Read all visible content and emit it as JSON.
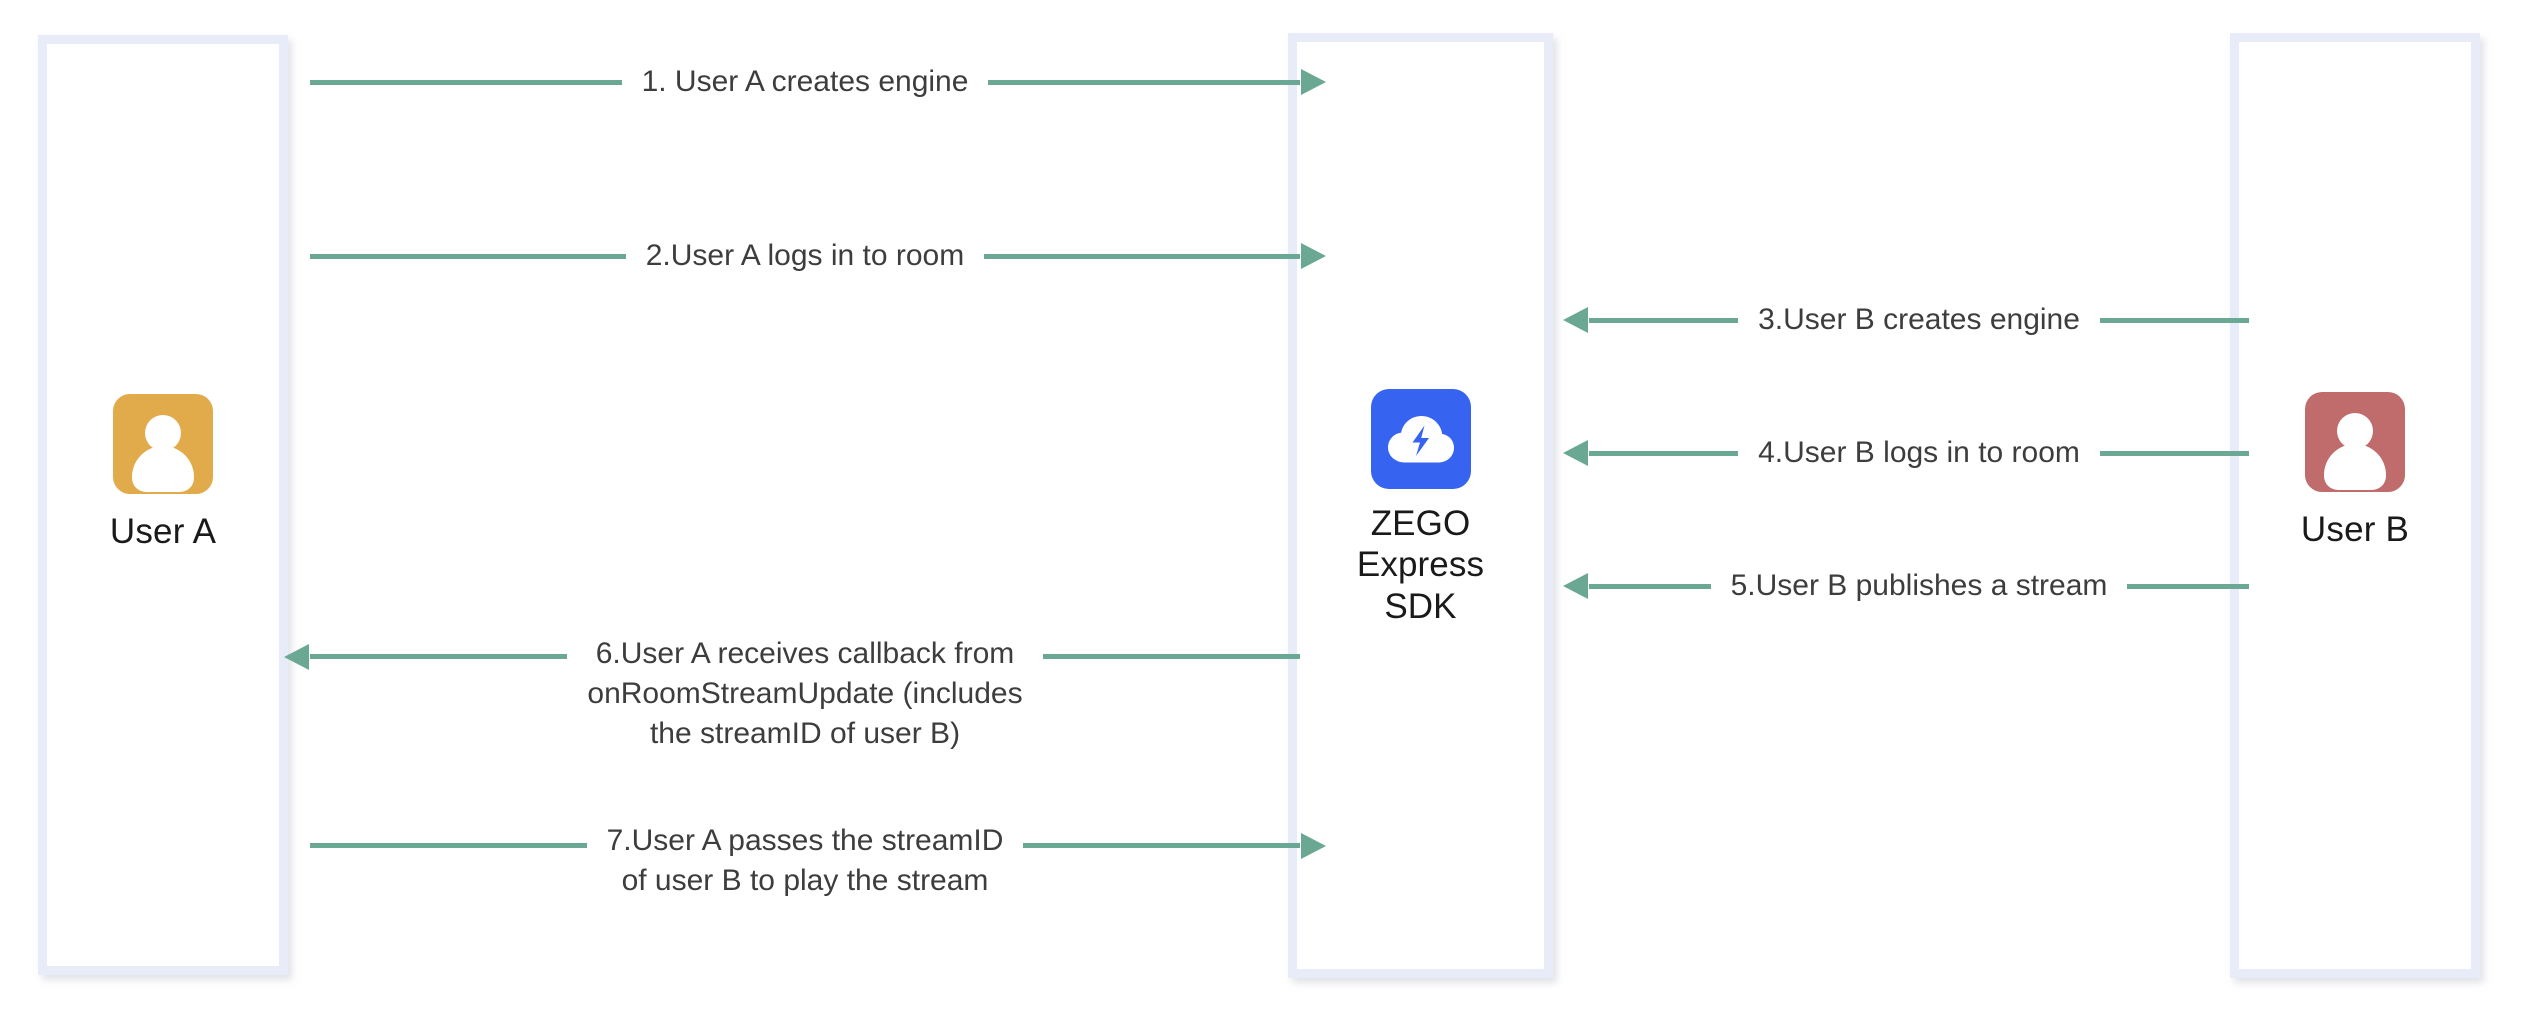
{
  "diagram": {
    "title": "ZEGO Express SDK stream publish and play sequence",
    "background": "#ffffff",
    "accent_arrow_color": "#6aa893",
    "lifeline_border_color": "#e7ecf8"
  },
  "actors": [
    {
      "id": "user-a",
      "name": "User A",
      "avatar_color": "#e1ab4c",
      "icon": "person-icon"
    },
    {
      "id": "zego-sdk",
      "name": "ZEGO\nExpress\nSDK",
      "name_lines": [
        "ZEGO",
        "Express",
        "SDK"
      ],
      "logo_color": "#3663f0",
      "icon": "cloud-lightning-icon"
    },
    {
      "id": "user-b",
      "name": "User B",
      "avatar_color": "#c06c6d",
      "icon": "person-icon"
    }
  ],
  "messages": [
    {
      "step": 1,
      "label": "1. User A creates engine",
      "from": "user-a",
      "to": "zego-sdk",
      "direction": "right"
    },
    {
      "step": 2,
      "label": "2.User A logs in to room",
      "from": "user-a",
      "to": "zego-sdk",
      "direction": "right"
    },
    {
      "step": 3,
      "label": "3.User B creates engine",
      "from": "user-b",
      "to": "zego-sdk",
      "direction": "left"
    },
    {
      "step": 4,
      "label": "4.User B logs in to room",
      "from": "user-b",
      "to": "zego-sdk",
      "direction": "left"
    },
    {
      "step": 5,
      "label": "5.User B publishes a stream",
      "from": "user-b",
      "to": "zego-sdk",
      "direction": "left"
    },
    {
      "step": 6,
      "label": "6.User A receives callback from\nonRoomStreamUpdate (includes\nthe streamID of user B)",
      "from": "zego-sdk",
      "to": "user-a",
      "direction": "left"
    },
    {
      "step": 7,
      "label": "7.User A passes the streamID\nof user B to play the stream",
      "from": "user-a",
      "to": "zego-sdk",
      "direction": "right"
    }
  ]
}
